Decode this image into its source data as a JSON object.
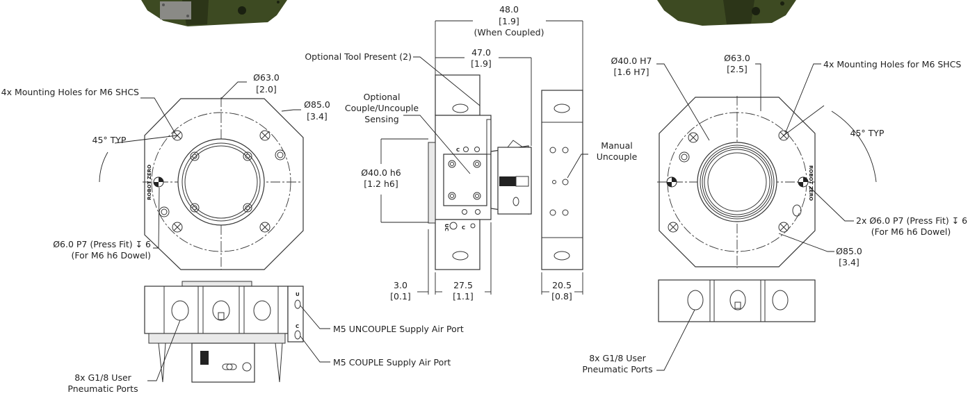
{
  "left_view": {
    "mounting_holes": "4x Mounting Holes for M6 SHCS",
    "dia_63_mm": "Ø63.0",
    "dia_63_in": "[2.0]",
    "dia_85_mm": "Ø85.0",
    "dia_85_in": "[3.4]",
    "angle": "45° TYP",
    "robot_zero": "ROBOT ZERO",
    "dowel_line1": "Ø6.0 P7 (Press Fit) ↧ 6",
    "dowel_line2": "(For M6 h6 Dowel)"
  },
  "left_side": {
    "uncouple_port": "M5 UNCOUPLE Supply Air Port",
    "couple_port": "M5 COUPLE Supply Air Port",
    "user_ports_line1": "8x G1/8 User",
    "user_ports_line2": "Pneumatic Ports",
    "mark_u": "U",
    "mark_c": "C"
  },
  "middle_view": {
    "dim_48_mm": "48.0",
    "dim_48_in": "[1.9]",
    "dim_48_note": "(When Coupled)",
    "dim_47_mm": "47.0",
    "dim_47_in": "[1.9]",
    "tool_present": "Optional Tool Present (2)",
    "sensing_line1": "Optional",
    "sensing_line2": "Couple/Uncouple",
    "sensing_line3": "Sensing",
    "dia_40_mm": "Ø40.0 h6",
    "dia_40_in": "[1.2 h6]",
    "manual_line1": "Manual",
    "manual_line2": "Uncouple",
    "dim_3_mm": "3.0",
    "dim_3_in": "[0.1]",
    "dim_27_mm": "27.5",
    "dim_27_in": "[1.1]",
    "dim_20_mm": "20.5",
    "dim_20_in": "[0.8]",
    "mark_c": "C",
    "mark_uc": "UC"
  },
  "right_view": {
    "dia_40_mm": "Ø40.0 H7",
    "dia_40_in": "[1.6 H7]",
    "dia_63_mm": "Ø63.0",
    "dia_63_in": "[2.5]",
    "mounting_holes": "4x Mounting Holes for M6 SHCS",
    "angle": "45° TYP",
    "robot_zero": "ROBOT ZERO",
    "dowel_line1": "2x Ø6.0 P7 (Press Fit) ↧ 6",
    "dowel_line2": "(For M6 h6 Dowel)",
    "dia_85_mm": "Ø85.0",
    "dia_85_in": "[3.4]",
    "user_ports_line1": "8x G1/8 User",
    "user_ports_line2": "Pneumatic Ports"
  }
}
